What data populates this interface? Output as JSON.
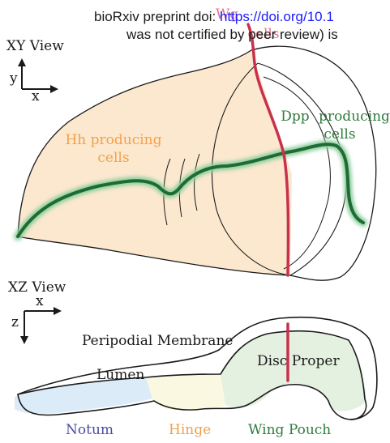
{
  "header": {
    "line1_prefix": "bioRxiv preprint doi: ",
    "line1_link": "https://doi.org/10.1",
    "line2": "was not certified by peer review) is",
    "link_color": "#1a1aff"
  },
  "xy_view": {
    "title": "XY View",
    "axis_y": "y",
    "axis_x": "x",
    "hh_label_line1": "Hh producing",
    "hh_label_line2": "cells",
    "dpp_label_line1": "Dpp",
    "dpp_label_line2": "producing",
    "dpp_label_line3": "cells",
    "wg_label_line1": "Wg",
    "wg_label_line2": "cells"
  },
  "xz_view": {
    "title": "XZ View",
    "axis_x": "x",
    "axis_z": "z",
    "peripodial_label": "Peripodial Membrane",
    "lumen_label": "Lumen",
    "disc_proper_label": "Disc Proper",
    "notum_label": "Notum",
    "hinge_label": "Hinge",
    "wing_pouch_label": "Wing Pouch"
  },
  "colors": {
    "hh_fill": "#fbe8cf",
    "hh_text": "#f4a04a",
    "dpp_line": "#1e6b34",
    "dpp_glow": "#8fcf9f",
    "dpp_text": "#2f7c3d",
    "wg_line": "#c8314d",
    "wg_text": "#e0607a",
    "notum_fill": "#dcebf8",
    "notum_text": "#4b4da0",
    "hinge_fill": "#fbf8e2",
    "hinge_text": "#f0a04d",
    "pouch_fill": "#e4f0e0",
    "pouch_text": "#2f7c3d",
    "outline": "#1a1a1a"
  }
}
